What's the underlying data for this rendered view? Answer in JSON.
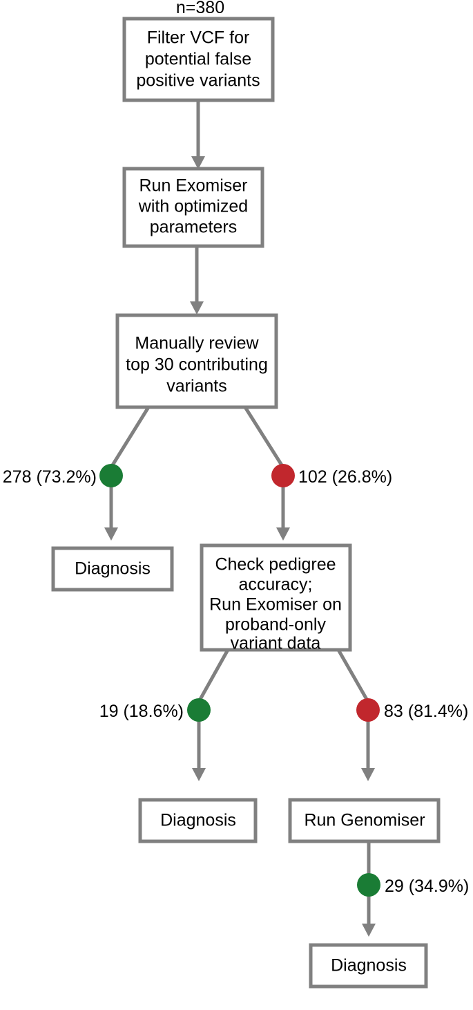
{
  "diagram": {
    "title_label": "n=380",
    "colors": {
      "box_border": "#808080",
      "box_fill": "#ffffff",
      "edge": "#808080",
      "text": "#000000",
      "dot_green": "#1a7c35",
      "dot_red": "#c1272d"
    },
    "boxes": [
      {
        "id": "filter-vcf",
        "lines": [
          "Filter VCF for",
          "potential false",
          "positive variants"
        ]
      },
      {
        "id": "run-exomiser",
        "lines": [
          "Run Exomiser",
          "with optimized",
          "parameters"
        ]
      },
      {
        "id": "manual-review",
        "lines": [
          "Manually review",
          "top 30 contributing",
          "variants"
        ]
      },
      {
        "id": "diagnosis-1",
        "lines": [
          "Diagnosis"
        ]
      },
      {
        "id": "check-pedigree",
        "lines": [
          "Check pedigree",
          "accuracy;",
          "Run Exomiser on",
          "proband-only",
          "variant data"
        ]
      },
      {
        "id": "diagnosis-2",
        "lines": [
          "Diagnosis"
        ]
      },
      {
        "id": "run-genomiser",
        "lines": [
          "Run Genomiser"
        ]
      },
      {
        "id": "diagnosis-3",
        "lines": [
          "Diagnosis"
        ]
      }
    ],
    "branch_labels": [
      {
        "id": "branch-278",
        "text": "278 (73.2%)",
        "dot": "green"
      },
      {
        "id": "branch-102",
        "text": "102 (26.8%)",
        "dot": "red"
      },
      {
        "id": "branch-19",
        "text": "19 (18.6%)",
        "dot": "green"
      },
      {
        "id": "branch-83",
        "text": "83 (81.4%)",
        "dot": "red"
      },
      {
        "id": "branch-29",
        "text": "29 (34.9%)",
        "dot": "green"
      }
    ]
  }
}
